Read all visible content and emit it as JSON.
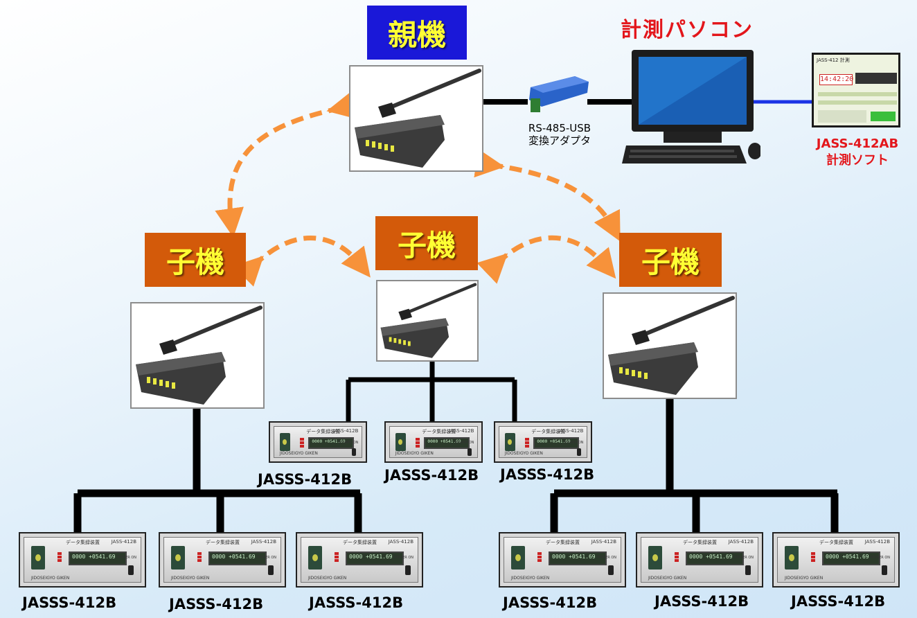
{
  "parent_label": "親機",
  "child_label": "子機",
  "pc_label": "計測パソコン",
  "adapter_label_line1": "RS-485-USB",
  "adapter_label_line2": "変換アダプタ",
  "software_label_line1": "JASS-412AB",
  "software_label_line2": "計測ソフト",
  "device_label": "JASSS-412B",
  "logger_panel": {
    "title": "データ集録装置",
    "model": "JASS-412B",
    "maker": "JIDOSEIGYO GIKEN",
    "power": "POWER ON",
    "lcd": "0000 +0541.69"
  },
  "software_screen": {
    "header": "JASS-412 計測",
    "time": "14:42:20"
  },
  "colors": {
    "parent_box": "#1a18d8",
    "child_box": "#d35a0a",
    "label_text": "#ffff33",
    "arrow": "#f7923a",
    "wire": "#000000",
    "usb_wire": "#1a33e6",
    "red_text": "#e3161b"
  }
}
